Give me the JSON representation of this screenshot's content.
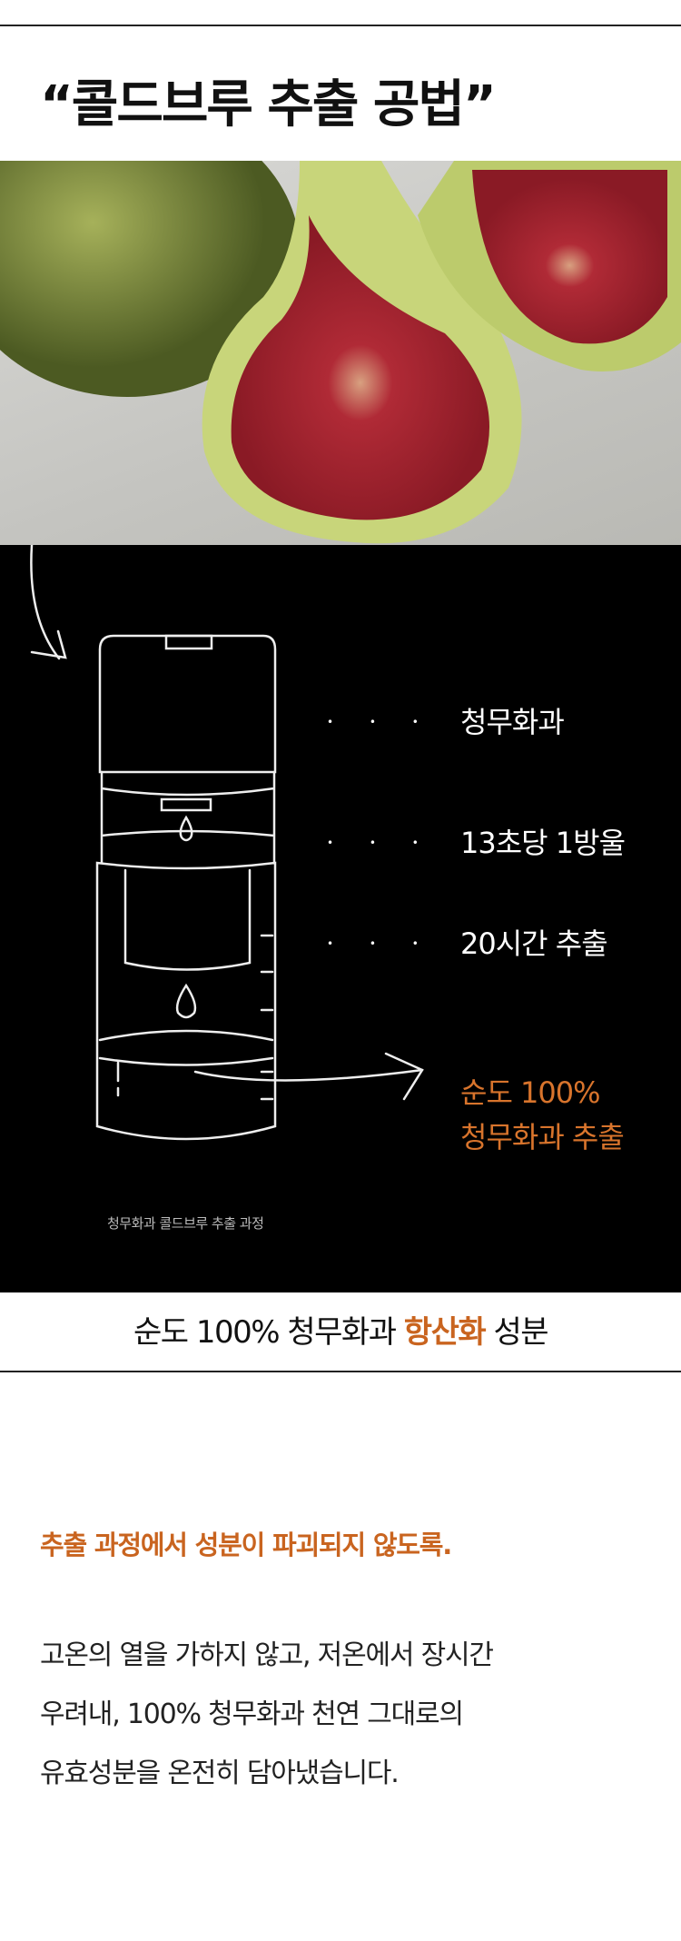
{
  "header": {
    "title": "“콜드브루 추출 공법”"
  },
  "process": {
    "steps": [
      "청무화과",
      "13초당 1방울",
      "20시간 추출"
    ],
    "result_line1": "순도 100%",
    "result_line2": "청무화과 추출",
    "caption": "청무화과 콜드브루 추출 과정",
    "dots": "• • •"
  },
  "subtitle": {
    "prefix": "순도 100% 청무화과 ",
    "highlight": "항산화",
    "suffix": " 성분"
  },
  "description": {
    "heading": "추출 과정에서 성분이 파괴되지 않도록.",
    "lines": [
      "고온의 열을 가하지 않고, 저온에서 장시간",
      "우려내, 100% 청무화과 천연 그대로의",
      "유효성분을 온전히 담아냈습니다."
    ]
  },
  "colors": {
    "accent": "#c9641f",
    "background_dark": "#000000"
  }
}
